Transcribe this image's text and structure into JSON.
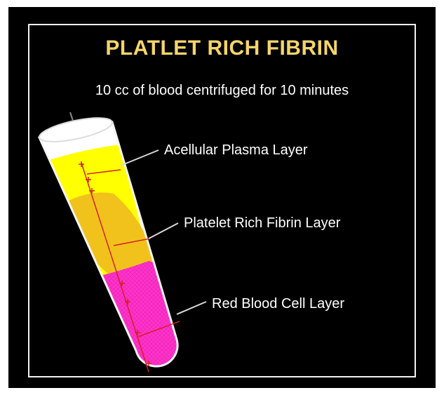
{
  "title": "PLATLET RICH FIBRIN",
  "subtitle": "10 cc of blood centrifuged for 10 minutes",
  "labels": {
    "plasma": "Acellular Plasma Layer",
    "prf": "Platelet Rich Fibrin Layer",
    "rbc": "Red Blood Cell Layer"
  },
  "colors": {
    "background": "#000000",
    "title": "#f5d56b",
    "text": "#ffffff",
    "plasma_layer": "#ffff00",
    "prf_layer": "#f2c21c",
    "rbc_layer": "#ff33cc",
    "tube_glass": "#ffffff",
    "measure_marks": "#d42020"
  }
}
